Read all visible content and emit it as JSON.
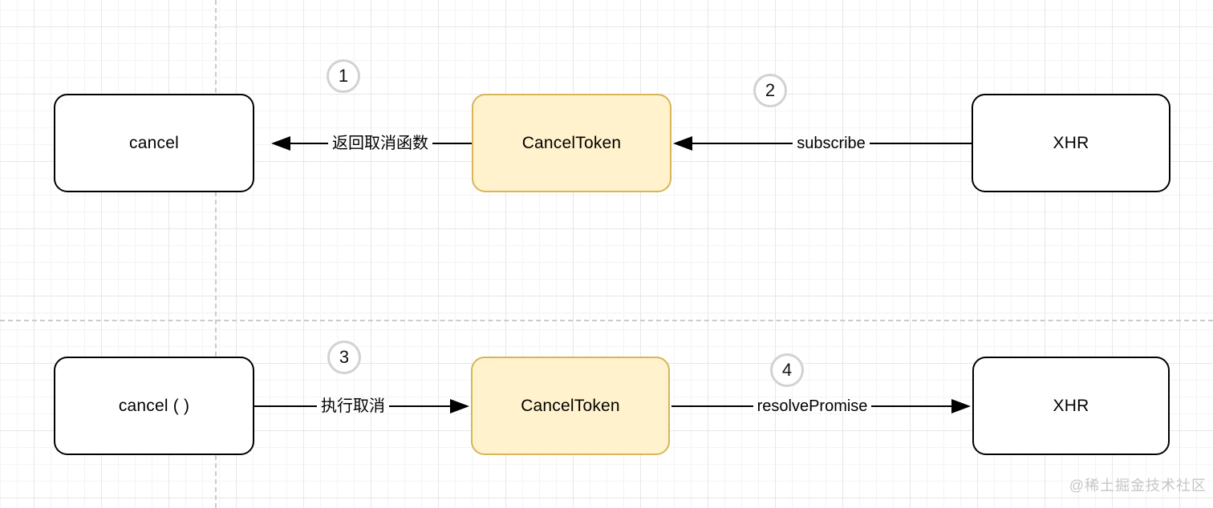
{
  "watermark": {
    "text": "@稀土掘金技术社区"
  },
  "colors": {
    "canvas_bg": "#FFFFFF",
    "grid_minor": "#F4F4F4",
    "grid_major": "#E7E7E7",
    "guide_dash": "#CBCBCB",
    "node_fill": "#FFFFFF",
    "node_border": "#000000",
    "token_fill": "#FFF2CC",
    "token_border": "#D6B656",
    "arrow": "#000000",
    "step_ring": "#D2D2D2",
    "watermark": "#C6C6C6"
  },
  "flow_top": {
    "nodes": {
      "cancel": {
        "label": "cancel"
      },
      "cancel_token": {
        "label": "CancelToken"
      },
      "xhr": {
        "label": "XHR"
      }
    },
    "steps": {
      "step1": {
        "number": "1",
        "label": "返回取消函数"
      },
      "step2": {
        "number": "2",
        "label": "subscribe"
      }
    }
  },
  "flow_bottom": {
    "nodes": {
      "cancel_call": {
        "label": "cancel ( )"
      },
      "cancel_token": {
        "label": "CancelToken"
      },
      "xhr": {
        "label": "XHR"
      }
    },
    "steps": {
      "step3": {
        "number": "3",
        "label": "执行取消"
      },
      "step4": {
        "number": "4",
        "label": "resolvePromise"
      }
    }
  }
}
